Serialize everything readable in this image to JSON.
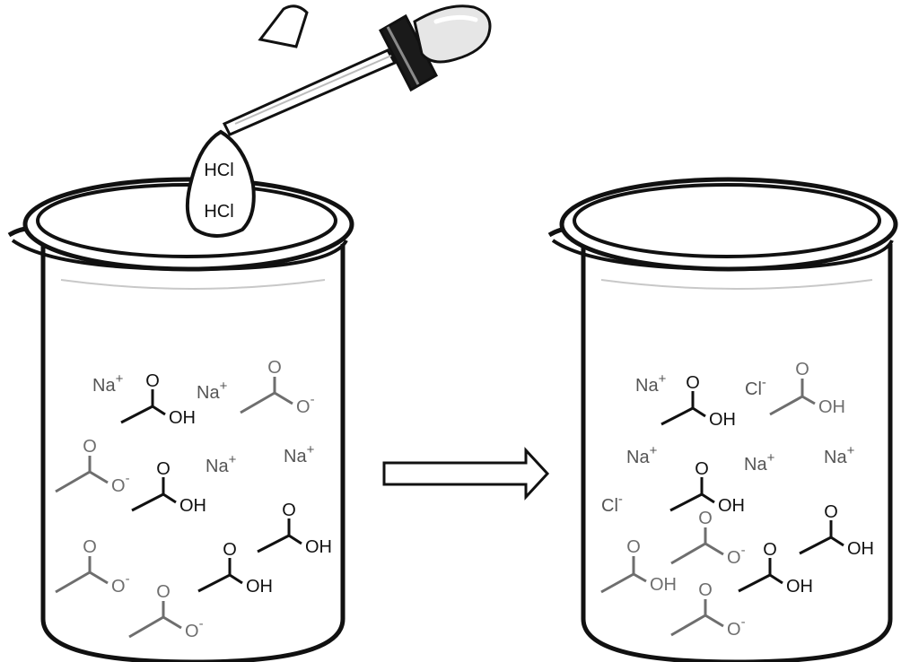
{
  "colors": {
    "outline": "#111111",
    "acid": "#111111",
    "ion": "#6e6e6e",
    "ionLabel": "#555555",
    "glassHighlight": "#c8c8c8"
  },
  "icons": {
    "dropper": "dropper-icon",
    "beaker": "beaker-icon",
    "arrow": "reaction-arrow-icon"
  },
  "drop_labels": [
    "HCl",
    "HCl"
  ],
  "ion_labels": {
    "sodium": "Na",
    "sodium_charge": "+",
    "chloride": "Cl",
    "chloride_charge": "-"
  },
  "molecule_labels": {
    "oxygen": "O",
    "hydroxyl": "OH",
    "negative": "-"
  },
  "beakers": {
    "before": {
      "sodium_ions": 4,
      "chloride_ions": 0,
      "acetic_acid": 4,
      "acetate_ions": 4
    },
    "after": {
      "sodium_ions": 4,
      "chloride_ions": 2,
      "acetic_acid": 6,
      "acetate_ions": 2
    }
  }
}
